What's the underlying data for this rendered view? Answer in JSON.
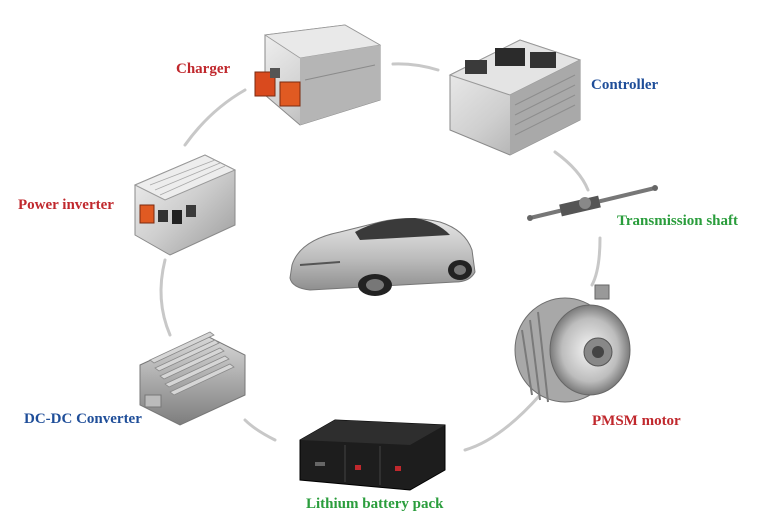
{
  "labels": {
    "charger": "Charger",
    "controller": "Controller",
    "transmission_shaft": "Transmission shaft",
    "power_inverter": "Power inverter",
    "dcdc_converter": "DC-DC Converter",
    "pmsm_motor": "PMSM motor",
    "lithium_battery": "Lithium battery pack"
  },
  "colors": {
    "red": "#c0282d",
    "blue": "#1f4e99",
    "green": "#2a9d3c",
    "ring": "#c8c8c8",
    "background": "#ffffff"
  },
  "icons": [
    "charger-icon",
    "controller-icon",
    "transmission-shaft-icon",
    "power-inverter-icon",
    "dcdc-converter-icon",
    "pmsm-motor-icon",
    "battery-pack-icon",
    "car-icon"
  ]
}
